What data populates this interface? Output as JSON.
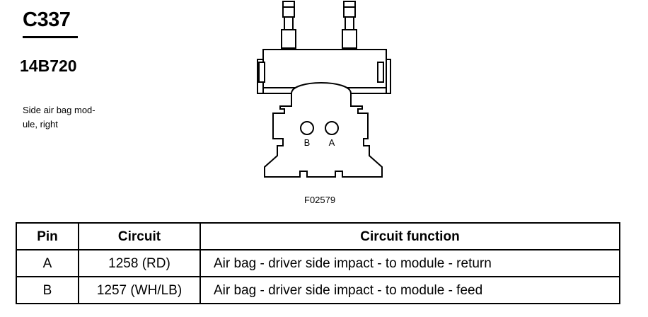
{
  "connector": {
    "id": "C337",
    "part_number": "14B720",
    "description_line1": "Side air bag mod-",
    "description_line2": "ule, right"
  },
  "figure": {
    "id": "F02579",
    "pin_labels": [
      "B",
      "A"
    ]
  },
  "table": {
    "headers": [
      "Pin",
      "Circuit",
      "Circuit function"
    ],
    "rows": [
      [
        "A",
        "1258 (RD)",
        "Air bag - driver side impact - to module - return"
      ],
      [
        "B",
        "1257 (WH/LB)",
        "Air bag - driver side impact - to module - feed"
      ]
    ]
  }
}
